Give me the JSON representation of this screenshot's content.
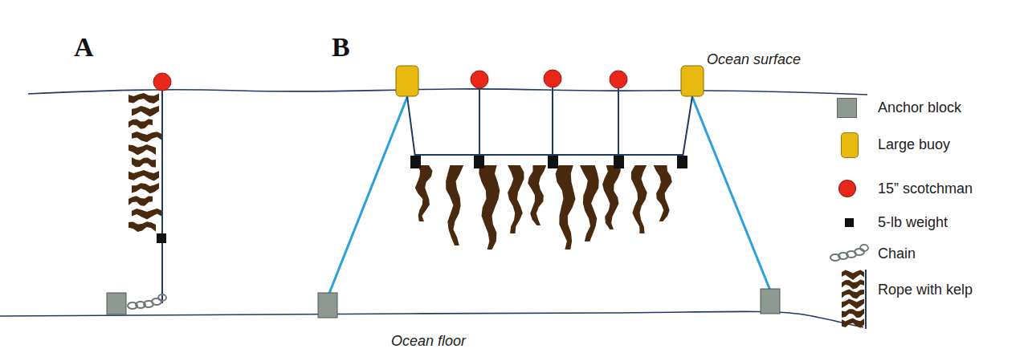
{
  "diagram": {
    "labels": [
      "A",
      "B",
      "Ocean surface",
      "Ocean floor"
    ],
    "legend": [
      {
        "text": "Anchor block",
        "color": "#8c9a92"
      },
      {
        "text": "Large buoy",
        "color": "#e8b90f"
      },
      {
        "text": "15” scotchman",
        "color": "#e8261a"
      },
      {
        "text": "5-lb weight",
        "color": "#111111"
      },
      {
        "text": "Chain"
      },
      {
        "text": "Rope with kelp"
      }
    ]
  }
}
